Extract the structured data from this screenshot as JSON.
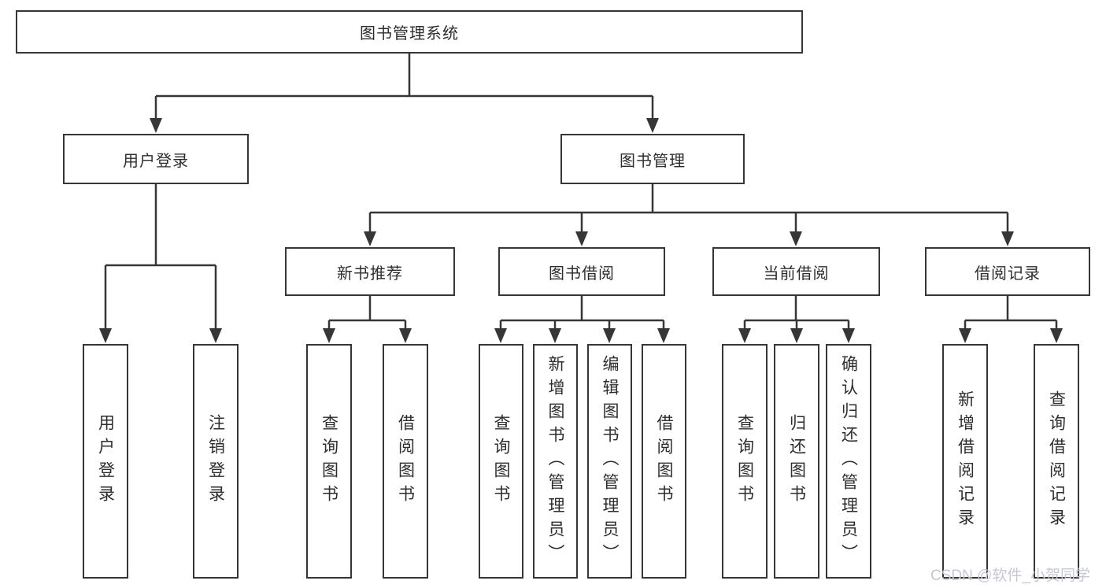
{
  "diagram": {
    "root": "图书管理系统",
    "branches": [
      {
        "label": "用户登录",
        "children": [
          "用户登录",
          "注销登录"
        ]
      },
      {
        "label": "图书管理",
        "children": [
          {
            "label": "新书推荐",
            "children": [
              "查询图书",
              "借阅图书"
            ]
          },
          {
            "label": "图书借阅",
            "children": [
              "查询图书",
              "新增图书（管理员）",
              "编辑图书（管理员）",
              "借阅图书"
            ]
          },
          {
            "label": "当前借阅",
            "children": [
              "查询图书",
              "归还图书",
              "确认归还（管理员）"
            ]
          },
          {
            "label": "借阅记录",
            "children": [
              "新增借阅记录",
              "查询借阅记录"
            ]
          }
        ]
      }
    ]
  },
  "watermark": "CSDN @软件_小贺同学",
  "colors": {
    "line": "#363636",
    "box_border": "#363636",
    "background": "#ffffff",
    "watermark_text": "#c5c8d2"
  }
}
